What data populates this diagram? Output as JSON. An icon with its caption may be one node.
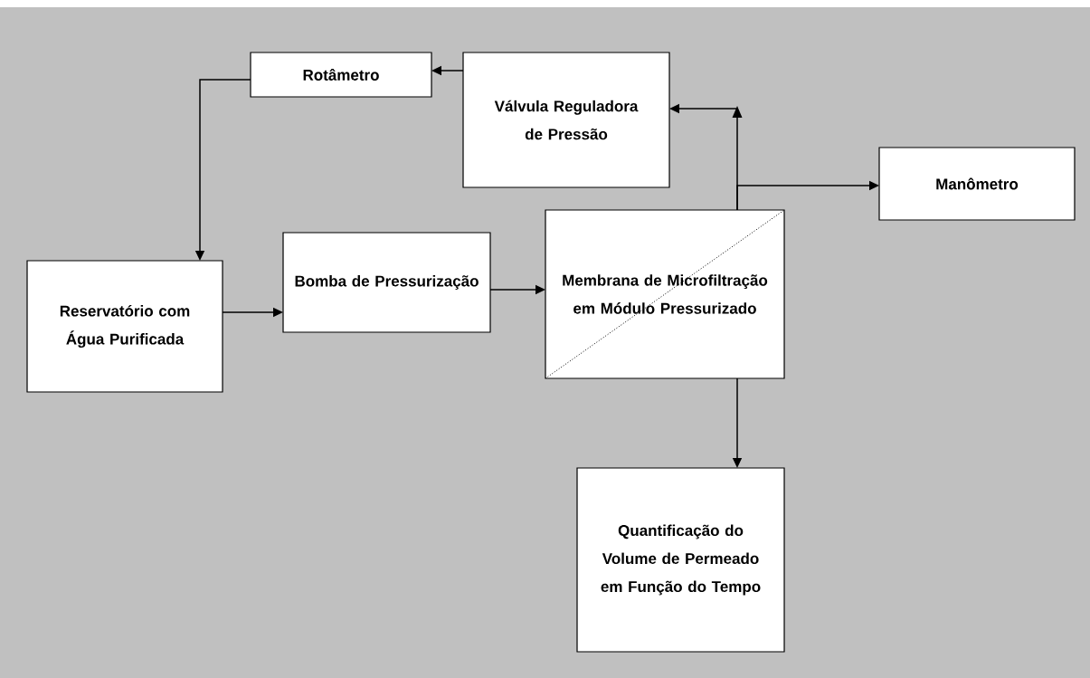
{
  "diagram": {
    "nodes": [
      {
        "text": [
          "Rotâmetro"
        ]
      },
      {
        "text": [
          "Válvula Reguladora de Pressão"
        ]
      },
      {
        "text": [
          "Manômetro"
        ]
      },
      {
        "text": [
          "Reservatório com Água Purificada"
        ]
      },
      {
        "text": [
          "Bomba de Pressurização"
        ]
      },
      {
        "text": [
          "Membrana de Microfiltração em Módulo Pressurizado"
        ]
      },
      {
        "text": [
          "Quantificação do Volume de Permeado em Função do Tempo"
        ]
      }
    ],
    "edges": [
      {
        "from": 1,
        "to": 0,
        "arrow": "to"
      },
      {
        "from": 0,
        "to": 3,
        "arrow": "to"
      },
      {
        "from": 3,
        "to": 4,
        "arrow": "to"
      },
      {
        "from": 4,
        "to": 5,
        "arrow": "to"
      },
      {
        "from": 5,
        "to": 1,
        "arrow": "to"
      },
      {
        "from": 5,
        "to": 2,
        "arrow": "to"
      },
      {
        "from": 5,
        "to": 6,
        "arrow": "to"
      }
    ]
  }
}
